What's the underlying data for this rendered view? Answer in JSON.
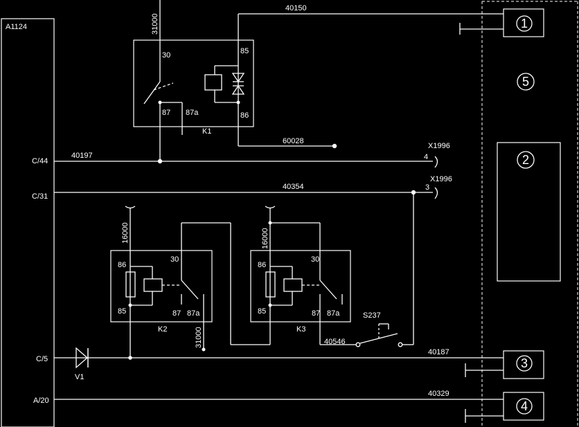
{
  "module": {
    "name": "A1124"
  },
  "pins": {
    "c44": "C/44",
    "c31": "C/31",
    "c5": "C/5",
    "a20": "A/20"
  },
  "relays": {
    "k1": {
      "name": "K1",
      "t30": "30",
      "t85": "85",
      "t86": "86",
      "t87": "87",
      "t87a": "87a"
    },
    "k2": {
      "name": "K2",
      "t86": "86",
      "t85": "85",
      "t30": "30",
      "t87": "87",
      "t87a": "87a"
    },
    "k3": {
      "name": "K3",
      "t86": "86",
      "t85": "85",
      "t30": "30",
      "t87": "87",
      "t87a": "87a"
    }
  },
  "wires": {
    "w31000_top": "31000",
    "w40150": "40150",
    "w60028": "60028",
    "w40197": "40197",
    "w40354": "40354",
    "w16000_k2": "16000",
    "w16000_k3": "16000",
    "w31000_bottom": "31000",
    "w40546": "40546",
    "w40187": "40187",
    "w40329": "40329"
  },
  "connectors": {
    "x1996_top": {
      "name": "X1996",
      "pin": "4"
    },
    "x1996_bottom": {
      "name": "X1996",
      "pin": "3"
    }
  },
  "components": {
    "switch": "S237",
    "diode": "V1"
  },
  "callouts": {
    "c1": "1",
    "c2": "2",
    "c3": "3",
    "c4": "4",
    "c5": "5"
  }
}
